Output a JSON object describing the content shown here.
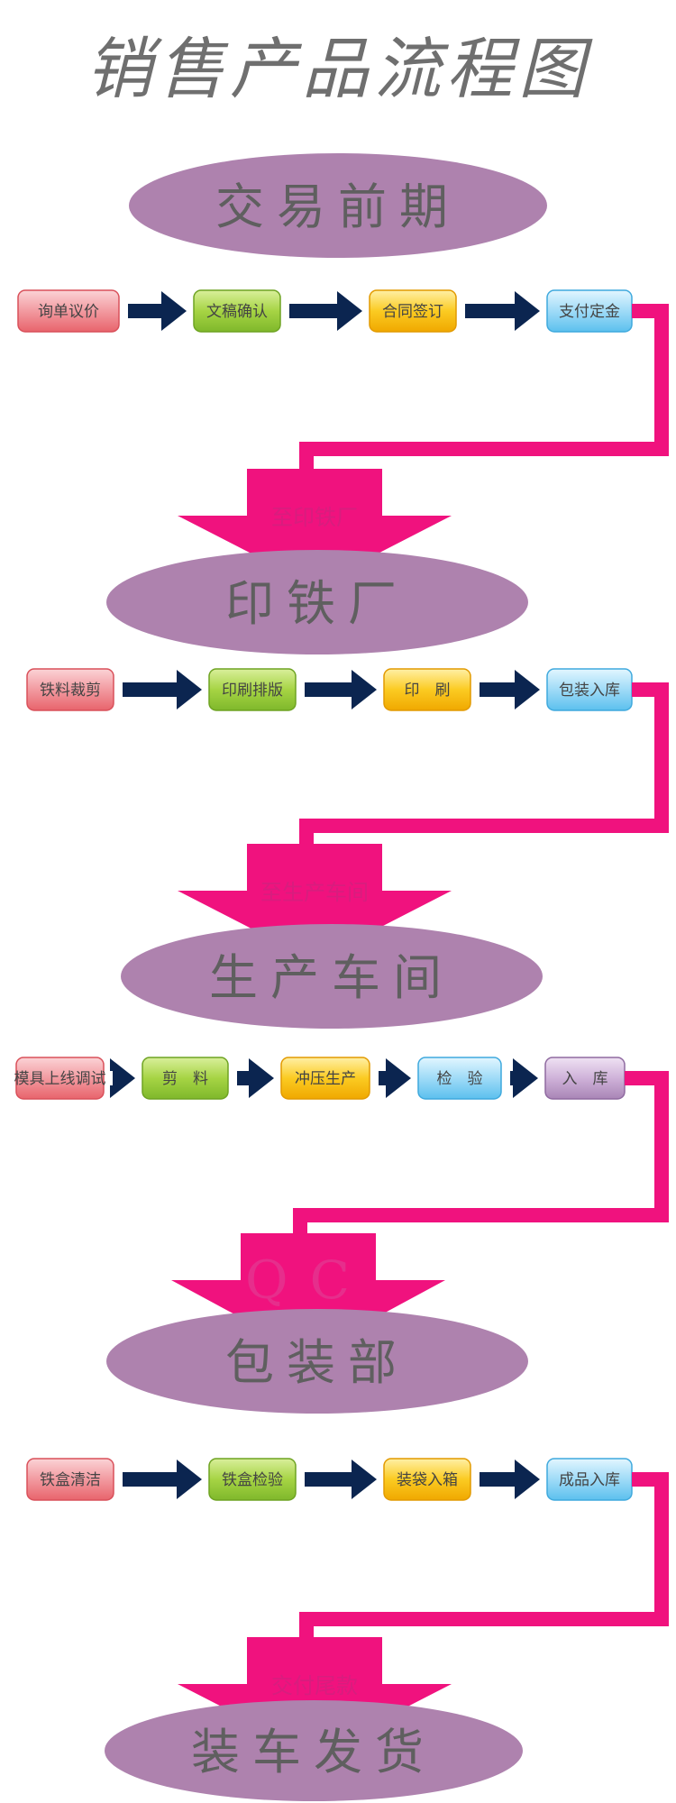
{
  "title": "销售产品流程图",
  "colors": {
    "ellipse": "#ae82ae",
    "connector": "#f0127e",
    "flow_arrow": "#0b2550",
    "box_pink": "#f07f86",
    "box_green": "#9ccc3c",
    "box_yellow": "#fbc414",
    "box_blue": "#8fd3f4",
    "box_purple": "#c7a6d2"
  },
  "sections": [
    {
      "stage": "交易前期",
      "steps": [
        {
          "label": "询单议价",
          "color": "pink"
        },
        {
          "label": "文稿确认",
          "color": "green"
        },
        {
          "label": "合同签订",
          "color": "yellow"
        },
        {
          "label": "支付定金",
          "color": "blue"
        }
      ],
      "transition": "至印铁厂"
    },
    {
      "stage": "印铁厂",
      "steps": [
        {
          "label": "铁料裁剪",
          "color": "pink"
        },
        {
          "label": "印刷排版",
          "color": "green"
        },
        {
          "label": "印　刷",
          "color": "yellow"
        },
        {
          "label": "包装入库",
          "color": "blue"
        }
      ],
      "transition": "至生产车间"
    },
    {
      "stage": "生产车间",
      "steps": [
        {
          "label": "模具上线调试",
          "color": "pink"
        },
        {
          "label": "剪　料",
          "color": "green"
        },
        {
          "label": "冲压生产",
          "color": "yellow"
        },
        {
          "label": "检　验",
          "color": "blue"
        },
        {
          "label": "入　库",
          "color": "purple"
        }
      ],
      "transition": "QC"
    },
    {
      "stage": "包装部",
      "steps": [
        {
          "label": "铁盒清洁",
          "color": "pink"
        },
        {
          "label": "铁盒检验",
          "color": "green"
        },
        {
          "label": "装袋入箱",
          "color": "yellow"
        },
        {
          "label": "成品入库",
          "color": "blue"
        }
      ],
      "transition": "交付尾款"
    },
    {
      "stage": "装车发货",
      "steps": [],
      "transition": ""
    }
  ]
}
